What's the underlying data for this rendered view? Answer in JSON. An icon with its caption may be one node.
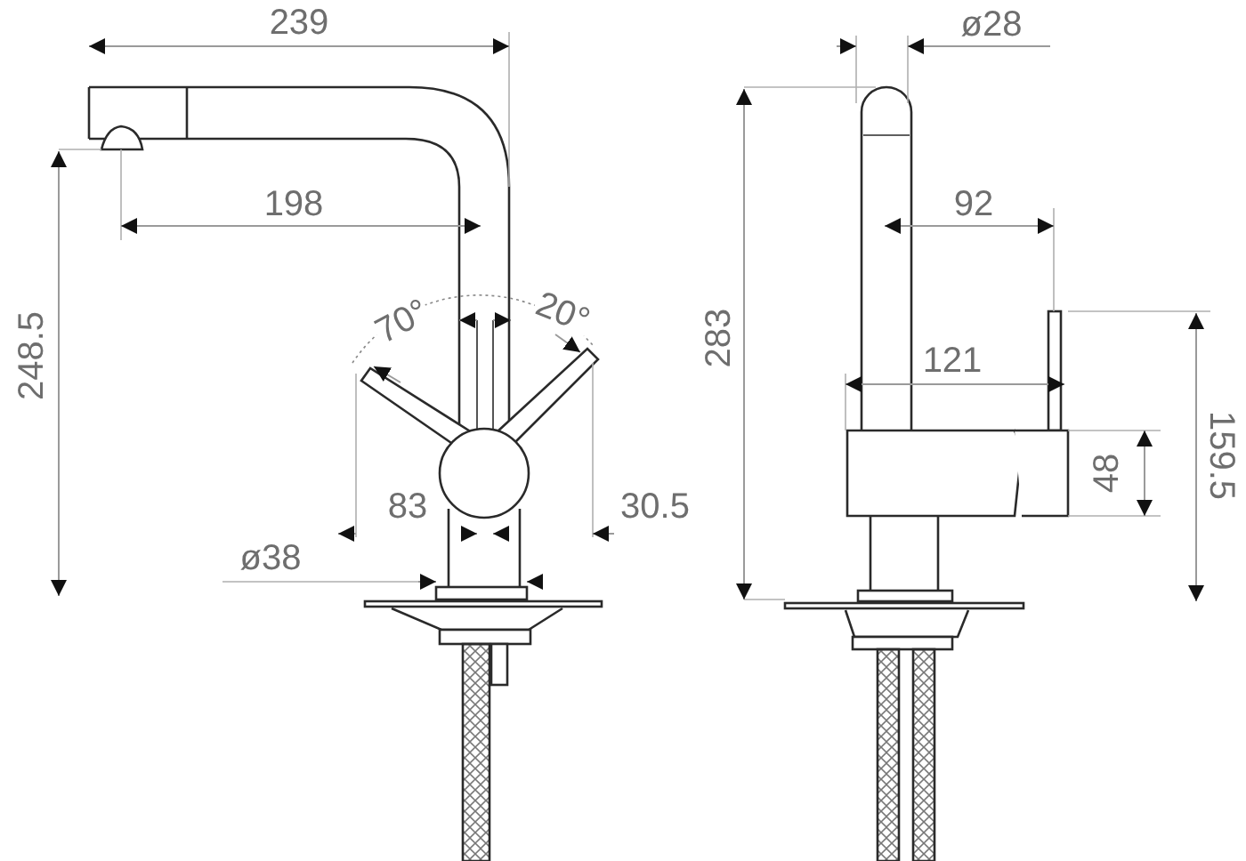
{
  "diagram": {
    "labels": [
      "239",
      "ø28",
      "198",
      "92",
      "70°",
      "20°",
      "283",
      "248.5",
      "121",
      "159.5",
      "48",
      "83",
      "30.5",
      "ø38"
    ]
  }
}
